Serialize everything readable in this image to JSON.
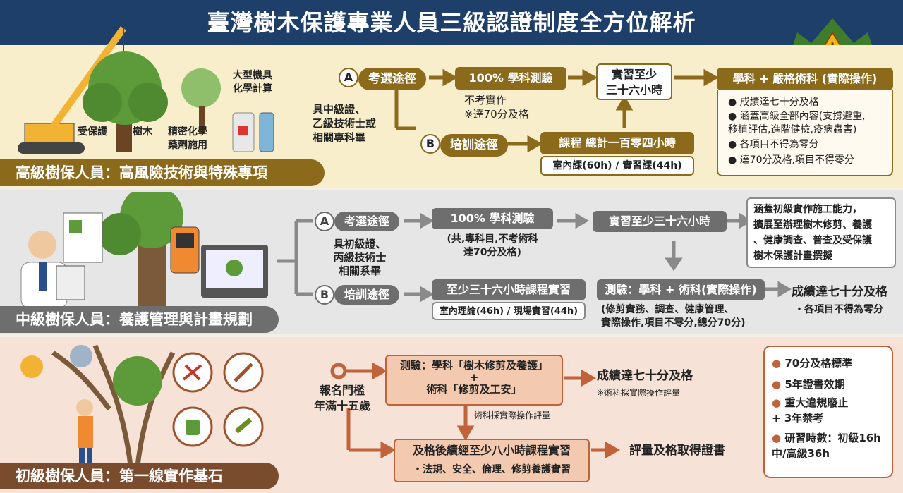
{
  "title": "臺灣樹木保護專業人員三級認證制度全方位解析",
  "advanced": {
    "label": "高級樹保人員：高風險技術與特殊專項",
    "art_labels": [
      "受保護",
      "樹木",
      "精密化學\n藥劑施用",
      "大型機具\n化學計算"
    ],
    "route_a": {
      "letter": "A",
      "label": "考選途徑"
    },
    "route_b": {
      "letter": "B",
      "label": "培訓途徑"
    },
    "eligibility": "具中級證、\n乙級技術士或\n相關專科畢",
    "exam": "100% 學科測驗",
    "exam_note": "不考實作\n※達70分及格",
    "practice": "實習至少\n三十六小時",
    "course": "課程 總計一百零四小時",
    "course_detail": "室內課(60h) / 實習課(44h)",
    "final": "學科 + 嚴格術科 (實際操作)",
    "final_list": [
      "成績達七十分及格",
      "涵蓋高級全部內容(支撐避重,\n移植評估,進階健檢,疫病蟲害)",
      "各項目不得為零分",
      "達70分及格,項目不得零分"
    ]
  },
  "intermediate": {
    "label": "中級樹保人員：養護管理與計畫規劃",
    "route_a": {
      "letter": "A",
      "label": "考選途徑"
    },
    "route_b": {
      "letter": "B",
      "label": "培訓途徑"
    },
    "eligibility": "具初級證、\n丙級技術士\n相關系畢",
    "exam": "100% 學科測驗",
    "exam_note": "(共,專科目,不考術科\n達70分及格)",
    "practice": "實習至少三十六小時",
    "scope": "涵蓋初級實作施工能力，\n擴展至辦理樹木修剪、養護\n、健康調查、普查及受保護\n樹木保護計畫撰擬",
    "course": "至少三十六小時課程實習",
    "course_detail": "室內理論(46h) / 現場實習(44h)",
    "test": "測驗：學科 + 術科(實際操作)",
    "test_note": "(修剪實務、調查、健康管理、\n實際操作,項目不零分,總分70分)",
    "result": "成績達七十分及格",
    "result_note": "・各項目不得為零分"
  },
  "basic": {
    "label": "初級樹保人員：第一線實作基石",
    "threshold": "報名門檻\n年滿十五歲",
    "test_line1": "測驗：學科「樹木修剪及養護」",
    "test_plus": "+",
    "test_line2": "術科「修剪及工安」",
    "result": "成績達七十分及格",
    "result_note": "※術科採實際操作評量",
    "down_note": "術科採實際操作評量",
    "course": "及格後續經至少八小時課程實習",
    "course_detail": "・法規、安全、倫理、修剪養護實習",
    "certify": "評量及格取得證書",
    "summary": [
      "70分及格標準",
      "5年證書效期",
      "重大違規廢止\n+ 3年禁考",
      "研習時數：初級16h\n中/高級36h"
    ]
  },
  "colors": {
    "navy": "#1f3f6b",
    "gold": "#8c6a1c",
    "grey": "#6e6e6e",
    "brown": "#7b4b2e",
    "rust": "#c0623a"
  }
}
